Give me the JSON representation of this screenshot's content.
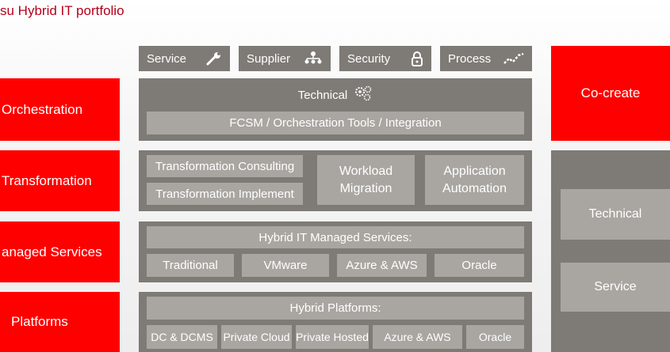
{
  "title": "su Hybrid IT portfolio",
  "left_labels": [
    "Orchestration",
    "Transformation",
    "anaged Services",
    "Platforms"
  ],
  "tabs": {
    "service": {
      "label": "Service",
      "icon": "wrench-icon"
    },
    "supplier": {
      "label": "Supplier",
      "icon": "people-network-icon"
    },
    "security": {
      "label": "Security",
      "icon": "lock-icon"
    },
    "process": {
      "label": "Process",
      "icon": "trend-line-icon"
    }
  },
  "technical": {
    "header": "Technical",
    "icon": "gears-icon",
    "bar": "FCSM / Orchestration Tools / Integration"
  },
  "transformation": {
    "consulting": "Transformation Consulting",
    "implement": "Transformation Implement",
    "workload": "Workload Migration",
    "automation": "Application Automation"
  },
  "managed": {
    "header": "Hybrid IT Managed Services:",
    "items": [
      "Traditional",
      "VMware",
      "Azure & AWS",
      "Oracle"
    ]
  },
  "platforms": {
    "header": "Hybrid Platforms:",
    "items": [
      "DC & DCMS",
      "Private Cloud",
      "Private Hosted",
      "Azure & AWS",
      "Oracle"
    ]
  },
  "right": {
    "cocreate": "Co-create",
    "technical": "Technical",
    "service": "Service"
  },
  "colors": {
    "red": "#ff0000",
    "dark_gray": "#7e7b76",
    "light_gray": "#a9a6a1",
    "title": "#b3001b"
  }
}
